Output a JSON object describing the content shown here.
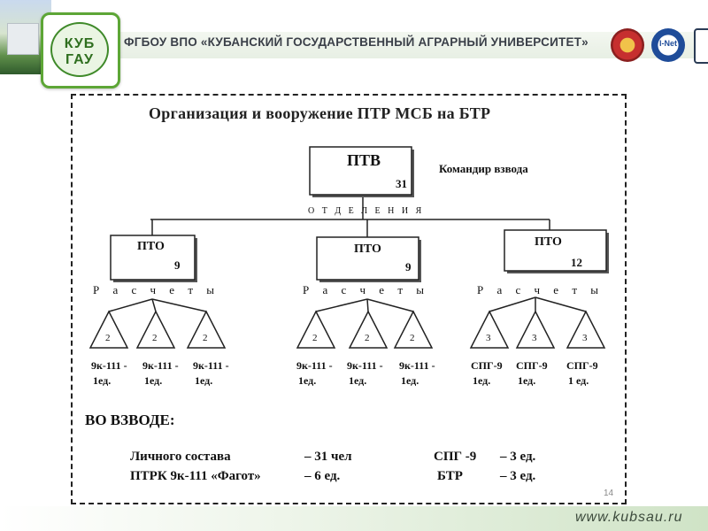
{
  "header": {
    "university": "ФГБОУ ВПО «КУБАНСКИЙ ГОСУДАРСТВЕННЫЙ АГРАРНЫЙ УНИВЕРСИТЕТ»",
    "logo_text": "КУБ ГАУ",
    "emblem2_text": "I-Net"
  },
  "diagram": {
    "title": "Организация и вооружение ПТР МСБ на БТР",
    "ptv": {
      "label": "ПТВ",
      "count": "31",
      "note": "Командир взвода"
    },
    "branch_label": "О Т Д Е Л Е Н И Я",
    "pto": [
      {
        "label": "ПТО",
        "count": "9",
        "calc_label": "Р а с ч е т ы",
        "crews": [
          {
            "count": "2",
            "weapon": "9к-111 -",
            "qty": "1ед."
          },
          {
            "count": "2",
            "weapon": "9к-111 -",
            "qty": "1ед."
          },
          {
            "count": "2",
            "weapon": "9к-111 -",
            "qty": "1ед."
          }
        ]
      },
      {
        "label": "ПТО",
        "count": "9",
        "calc_label": "Р а с ч е т ы",
        "crews": [
          {
            "count": "2",
            "weapon": "9к-111 -",
            "qty": "1ед."
          },
          {
            "count": "2",
            "weapon": "9к-111 -",
            "qty": "1ед."
          },
          {
            "count": "2",
            "weapon": "9к-111 -",
            "qty": "1ед."
          }
        ]
      },
      {
        "label": "ПТО",
        "count": "12",
        "calc_label": "Р а с ч е т ы",
        "crews": [
          {
            "count": "3",
            "weapon": "СПГ-9",
            "qty": "1ед."
          },
          {
            "count": "3",
            "weapon": "СПГ-9",
            "qty": "1ед."
          },
          {
            "count": "3",
            "weapon": "СПГ-9",
            "qty": "1 ед."
          }
        ]
      }
    ]
  },
  "summary": {
    "heading": "ВО ВЗВОДЕ:",
    "rows": [
      {
        "label": "Личного состава",
        "value": "– 31 чел",
        "label2": "СПГ -9",
        "value2": "– 3 ед."
      },
      {
        "label": "ПТРК 9к-111 «Фагот»",
        "value": "– 6 ед.",
        "label2": "БТР",
        "value2": "– 3 ед."
      }
    ]
  },
  "page_number": "14",
  "footer": {
    "url": "www.kubsau.ru"
  }
}
